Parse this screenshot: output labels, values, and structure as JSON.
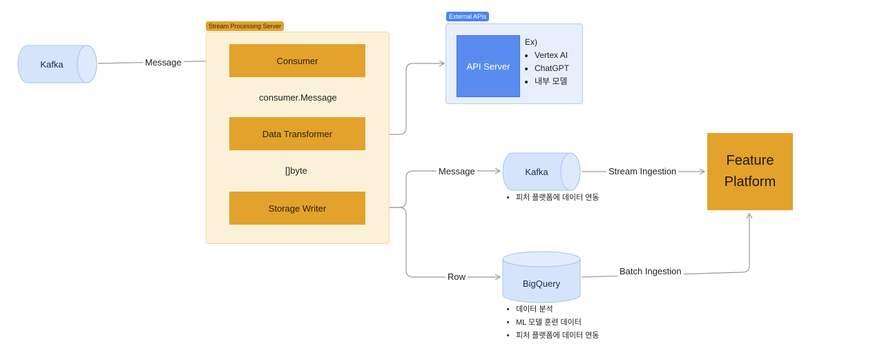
{
  "diagram": {
    "kafka_source": {
      "label": "Kafka"
    },
    "edge_message_in": {
      "label": "Message"
    },
    "stream_server": {
      "tag": "Stream Processing Server",
      "consumer": "Consumer",
      "edge_consumer_message": "consumer.Message",
      "data_transformer": "Data Transformer",
      "edge_bytes": "[]byte",
      "storage_writer": "Storage Writer"
    },
    "external_apis": {
      "tag": "External APIs",
      "api_server": "API Server",
      "examples_title": "Ex)",
      "examples": [
        "Vertex AI",
        "ChatGPT",
        "내부 모델"
      ]
    },
    "edge_message_out": {
      "label": "Message"
    },
    "kafka_sink": {
      "label": "Kafka",
      "notes": [
        "피처 플랫폼에 데이터 연동"
      ]
    },
    "edge_stream_ingestion": {
      "label": "Stream Ingestion"
    },
    "edge_row": {
      "label": "Row"
    },
    "bigquery": {
      "label": "BigQuery",
      "notes": [
        "데이터 분석",
        "ML 모델 훈련 데이터",
        "피처 플랫폼에 데이터 연동"
      ]
    },
    "edge_batch_ingestion": {
      "label": "Batch Ingestion"
    },
    "feature_platform": {
      "line1": "Feature",
      "line2": "Platform"
    }
  },
  "colors": {
    "gold": "#e2a22c",
    "cream_group": "#fbf1d9",
    "blue_group": "#e7effc",
    "api_blue": "#5a8cf0",
    "cylinder_fill": "#d6e4fb",
    "cylinder_stroke": "#a9c2ee",
    "wire": "#9a9a9a"
  }
}
